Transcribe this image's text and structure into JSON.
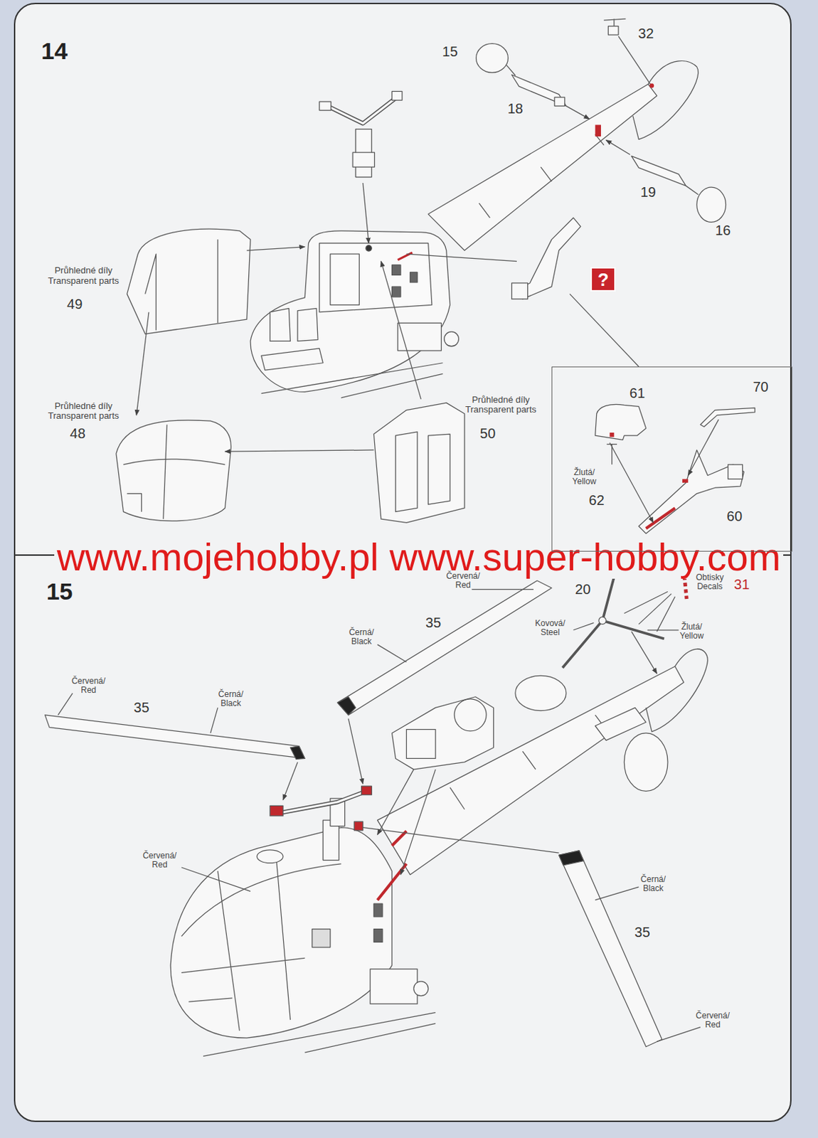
{
  "diagram": {
    "nodes": [
      {
        "text": [
          "61",
          "70",
          "Žlutá/ Yellow",
          "62",
          "60"
        ]
      },
      {
        "text": [
          "?"
        ]
      }
    ],
    "labels": [
      "14",
      "15",
      "32",
      "18",
      "19",
      "16",
      "Průhledné díly Transparent parts",
      "49",
      "Průhledné díly Transparent parts",
      "48",
      "Průhledné díly Transparent parts",
      "50",
      "www.mojehobby.pl www.super-hobby.com",
      "15",
      "Červená/ Red",
      "20",
      "Obtisky Decals",
      "31",
      "35",
      "Černá/ Black",
      "Kovová/ Steel",
      "Žlutá/ Yellow",
      "Červená/ Red",
      "35",
      "Černá/ Black",
      "Červená/ Red",
      "Černá/ Black",
      "35",
      "Červená/ Red"
    ]
  }
}
